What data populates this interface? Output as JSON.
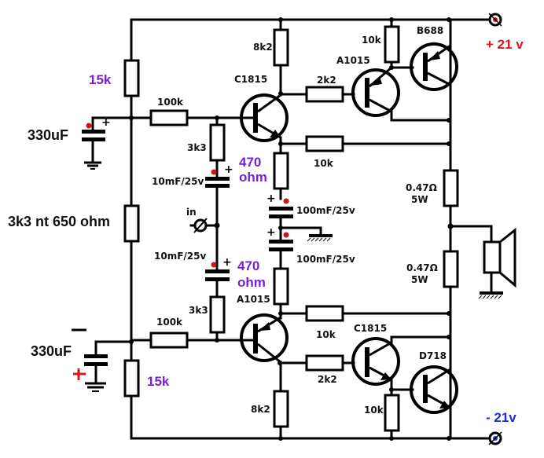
{
  "title": "Complementary transistor power amplifier schematic",
  "supply": {
    "positive": {
      "label": "+ 21 v",
      "color": "#e0141c"
    },
    "negative": {
      "label": "- 21v",
      "color": "#1b2fd6"
    }
  },
  "input": {
    "label": "in"
  },
  "components": {
    "r_bias_top": "15k",
    "r_bias_bottom": "15k",
    "r_bias_mid": "3k3 nt 650 ohm",
    "c_top": "330uF",
    "c_bottom": "330uF",
    "c_bottom_minus": "—",
    "r_in_top": "100k",
    "r_in_bottom": "100k",
    "r_base_top": "3k3",
    "r_base_bottom": "3k3",
    "c_in_top": "10mF/25v",
    "c_in_bottom": "10mF/25v",
    "r_emit_top": "470\nohm",
    "r_emit_top_line1": "470",
    "r_emit_top_line2": "ohm",
    "r_emit_bottom_line1": "470",
    "r_emit_bottom_line2": "ohm",
    "c_mid_top": "100mF/25v",
    "c_mid_bottom": "100mF/25v",
    "r_coll_top": "8k2",
    "r_coll_bottom": "8k2",
    "r_fb_top": "10k",
    "r_fb_bottom": "10k",
    "r_drv_top": "2k2",
    "r_drv_bottom": "2k2",
    "r_pull_top": "10k",
    "r_pull_bottom": "10k",
    "r_out_top_line1": "0.47Ω",
    "r_out_top_line2": "5W",
    "r_out_bottom_line1": "0.47Ω",
    "r_out_bottom_line2": "5W"
  },
  "transistors": {
    "q1": "C1815",
    "q2": "A1015",
    "q3": "B688",
    "q4": "A1015",
    "q5": "C1815",
    "q6": "D718"
  },
  "plus_sign": "+",
  "minus_sign": "+"
}
